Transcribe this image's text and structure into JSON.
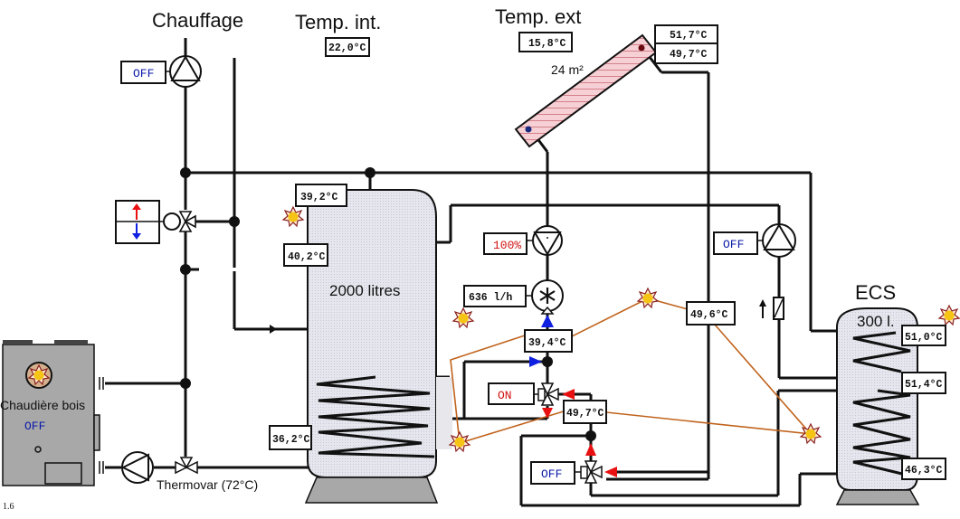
{
  "titles": {
    "heating": "Chauffage",
    "indoor_temp": "Temp. int.",
    "outdoor_temp": "Temp. ext",
    "dhw": "ECS"
  },
  "readouts": {
    "indoor_temp": "22,0°C",
    "outdoor_temp": "15,8°C",
    "collector_top": "51,7°C",
    "collector_bottom": "49,7°C",
    "buffer_top": "39,2°C",
    "buffer_mid": "40,2°C",
    "buffer_bottom": "36,2°C",
    "solar_return": "39,4°C",
    "solar_flow_valve": "49,7°C",
    "solar_hx": "49,6°C",
    "dhw_top": "51,0°C",
    "dhw_mid": "51,4°C",
    "dhw_bottom": "46,3°C",
    "flow_rate": "636 l/h"
  },
  "controls": {
    "heating_pump": {
      "state": "OFF",
      "color": "#0a1aa8"
    },
    "solar_pump_speed": {
      "state": "100%",
      "color": "#d01010"
    },
    "dhw_pump": {
      "state": "OFF",
      "color": "#0a1aa8"
    },
    "solar_valve_1": {
      "state": "ON",
      "color": "#d01010"
    },
    "solar_valve_2": {
      "state": "OFF",
      "color": "#0a1aa8"
    },
    "boiler": {
      "state": "OFF",
      "color": "#0a1aa8"
    }
  },
  "equipment": {
    "collector_area": "24 m²",
    "buffer_tank": "2000 litres",
    "dhw_tank": "300 l.",
    "boiler": "Chaudière bois",
    "thermovar": "Thermovar (72°C)"
  },
  "version": "1.6",
  "colors": {
    "hot_arrow": "#e81010",
    "cold_arrow": "#1020e0",
    "sensor_link": "#c0641e",
    "tank_fill": "#dcdde6",
    "boiler_fill": "#a8a8a8",
    "collector_fill": "#f4c8cc"
  }
}
